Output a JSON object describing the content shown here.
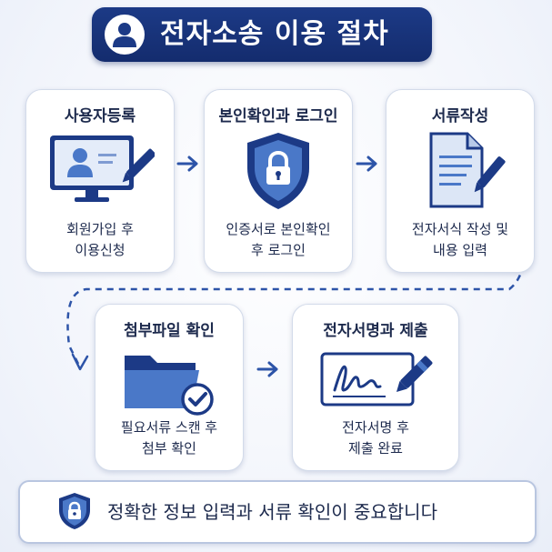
{
  "title": "전자소송 이용 절차",
  "steps": [
    {
      "title": "사용자등록",
      "desc_line1": "회원가입 후",
      "desc_line2": "이용신청",
      "icon": "computer-user-pen-icon"
    },
    {
      "title": "본인확인과 로그인",
      "desc_line1": "인증서로 본인확인",
      "desc_line2": "후 로그인",
      "icon": "shield-lock-icon"
    },
    {
      "title": "서류작성",
      "desc_line1": "전자서식 작성 및",
      "desc_line2": "내용 입력",
      "icon": "document-pen-icon"
    },
    {
      "title": "첨부파일 확인",
      "desc_line1": "필요서류 스캔 후",
      "desc_line2": "첨부 확인",
      "icon": "folder-check-icon"
    },
    {
      "title": "전자서명과 제출",
      "desc_line1": "전자서명 후",
      "desc_line2": "제출 완료",
      "icon": "signature-pen-icon"
    }
  ],
  "footer": {
    "text": "정확한 정보 입력과 서류 확인이 중요합니다",
    "icon": "shield-lock-icon"
  },
  "colors": {
    "primary": "#1c3a86",
    "accent": "#4a78c8",
    "light": "#dce6f6"
  }
}
